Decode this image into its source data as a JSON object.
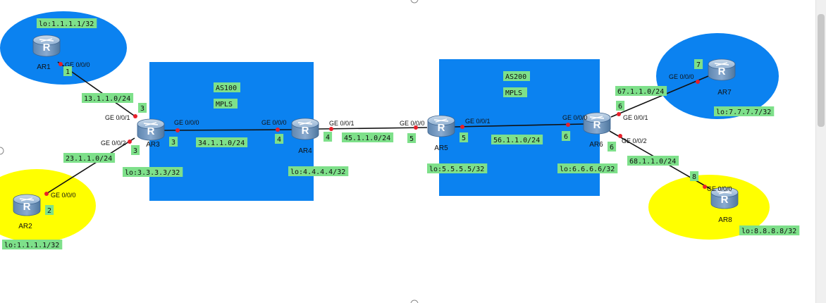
{
  "zones": [
    {
      "id": "as100",
      "title": "AS100",
      "subtitle": "MPLS",
      "color": "#0b82f0"
    },
    {
      "id": "as200",
      "title": "AS200",
      "subtitle": "MPLS",
      "color": "#0b82f0"
    }
  ],
  "sites": [
    {
      "id": "ar1-site",
      "color": "#0b82f0"
    },
    {
      "id": "ar2-site",
      "color": "#ffff00"
    },
    {
      "id": "ar7-site",
      "color": "#0b82f0"
    },
    {
      "id": "ar8-site",
      "color": "#ffff00"
    }
  ],
  "routers": [
    {
      "id": "AR1",
      "name": "AR1"
    },
    {
      "id": "AR2",
      "name": "AR2"
    },
    {
      "id": "AR3",
      "name": "AR3"
    },
    {
      "id": "AR4",
      "name": "AR4"
    },
    {
      "id": "AR5",
      "name": "AR5"
    },
    {
      "id": "AR6",
      "name": "AR6"
    },
    {
      "id": "AR7",
      "name": "AR7"
    },
    {
      "id": "AR8",
      "name": "AR8"
    }
  ],
  "ports": [
    {
      "id": "ar1-g000",
      "text": "GE 0/0/0"
    },
    {
      "id": "ar3-g001",
      "text": "GE 0/0/1"
    },
    {
      "id": "ar3-g002",
      "text": "GE 0/0/2"
    },
    {
      "id": "ar3-g000",
      "text": "GE 0/0/0"
    },
    {
      "id": "ar2-g000",
      "text": "GE 0/0/0"
    },
    {
      "id": "ar4-g000",
      "text": "GE 0/0/0"
    },
    {
      "id": "ar4-g001",
      "text": "GE 0/0/1"
    },
    {
      "id": "ar5-g000",
      "text": "GE 0/0/0"
    },
    {
      "id": "ar5-g001",
      "text": "GE 0/0/1"
    },
    {
      "id": "ar6-g000",
      "text": "GE 0/0/0"
    },
    {
      "id": "ar6-g001",
      "text": "GE 0/0/1"
    },
    {
      "id": "ar6-g002",
      "text": "GE 0/0/2"
    },
    {
      "id": "ar7-g000",
      "text": "GE 0/0/0"
    },
    {
      "id": "ar8-g000",
      "text": "GE 0/0/0"
    }
  ],
  "labels": [
    {
      "id": "lo-ar1",
      "text": "lo:1.1.1.1/32"
    },
    {
      "id": "lo-ar2",
      "text": "lo:1.1.1.1/32"
    },
    {
      "id": "lo-ar3",
      "text": "lo:3.3.3.3/32"
    },
    {
      "id": "lo-ar4",
      "text": "lo:4.4.4.4/32"
    },
    {
      "id": "lo-ar5",
      "text": "lo:5.5.5.5/32"
    },
    {
      "id": "lo-ar6",
      "text": "lo:6.6.6.6/32"
    },
    {
      "id": "lo-ar7",
      "text": "lo:7.7.7.7/32"
    },
    {
      "id": "lo-ar8",
      "text": "lo:8.8.8.8/32"
    },
    {
      "id": "net-13",
      "text": "13.1.1.0/24"
    },
    {
      "id": "net-23",
      "text": "23.1.1.0/24"
    },
    {
      "id": "net-34",
      "text": "34.1.1.0/24"
    },
    {
      "id": "net-45",
      "text": "45.1.1.0/24"
    },
    {
      "id": "net-56",
      "text": "56.1.1.0/24"
    },
    {
      "id": "net-67",
      "text": "67.1.1.0/24"
    },
    {
      "id": "net-68",
      "text": "68.1.1.0/24"
    },
    {
      "id": "host-ar1",
      "text": "1"
    },
    {
      "id": "host-ar3a",
      "text": "3"
    },
    {
      "id": "host-ar3b",
      "text": "3"
    },
    {
      "id": "host-ar3c",
      "text": "3"
    },
    {
      "id": "host-ar2",
      "text": "2"
    },
    {
      "id": "host-ar4a",
      "text": "4"
    },
    {
      "id": "host-ar4b",
      "text": "4"
    },
    {
      "id": "host-ar5a",
      "text": "5"
    },
    {
      "id": "host-ar5b",
      "text": "5"
    },
    {
      "id": "host-ar6a",
      "text": "6"
    },
    {
      "id": "host-ar6b",
      "text": "6"
    },
    {
      "id": "host-ar6c",
      "text": "6"
    },
    {
      "id": "host-ar7",
      "text": "7"
    },
    {
      "id": "host-ar8",
      "text": "8"
    }
  ],
  "colors": {
    "link": "#111111",
    "port_dot": "#e8202a",
    "label_bg": "#7ee08a",
    "router": "#6f91b8"
  },
  "icons": {
    "router": "router-icon"
  }
}
